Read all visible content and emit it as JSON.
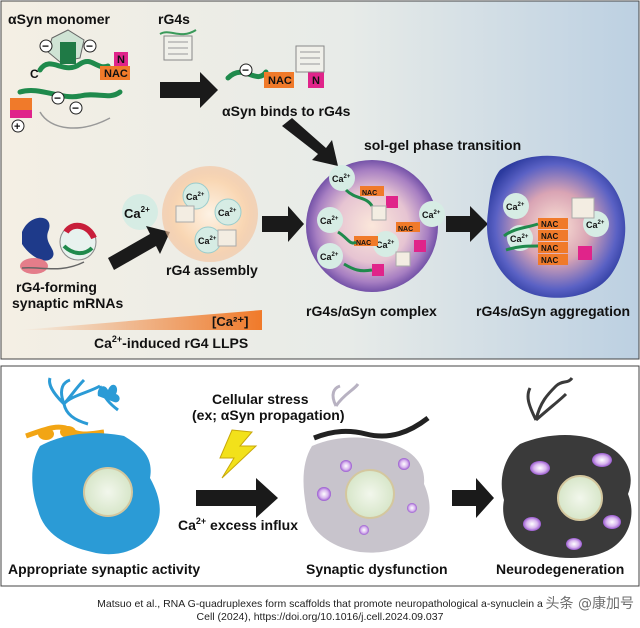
{
  "top_panel": {
    "labels": {
      "monomer": "αSyn monomer",
      "rg4s": "rG4s",
      "binds": "αSyn binds to rG4s",
      "phase": "sol-gel phase transition",
      "ca_top": "Ca",
      "ca_sup": "2+",
      "rg4_assembly": "rG4 assembly",
      "mrna_line1": "rG4-forming",
      "mrna_line2": "synaptic mRNAs",
      "complex": "rG4s/αSyn complex",
      "aggregation": "rG4s/αSyn aggregation",
      "ca_bar": "[Ca²⁺]",
      "llps_pre": "Ca",
      "llps_sup": "2+",
      "llps_post": "-induced rG4 LLPS",
      "nac": "NAC",
      "n": "N",
      "c": "C"
    }
  },
  "bottom_panel": {
    "labels": {
      "stress_line1": "Cellular stress",
      "stress_line2": "(ex; αSyn propagation)",
      "influx_pre": "Ca",
      "influx_sup": "2+",
      "influx_post": " excess influx",
      "stage1": "Appropriate synaptic activity",
      "stage2": "Synaptic dysfunction",
      "stage3": "Neurodegeneration"
    }
  },
  "caption": {
    "line1": "Matsuo et al., RNA G-quadruplexes form scaffolds that promote neuropathological a-synuclein a",
    "line2": "Cell (2024), https://doi.org/10.1016/j.cell.2024.09.037"
  },
  "watermark": "头条 @康加号",
  "colors": {
    "green": "#1f8a4c",
    "nac": "#f07a2a",
    "n": "#e0248a",
    "neuron_blue": "#2b9bd6",
    "neuron_gray": "#c8c4cc",
    "neuron_dark": "#3a3a3a",
    "ca_circle": "#d6ece4",
    "complex_purple": "#8a63b4",
    "aggregate_blue": "#3b4fb0",
    "arrow": "#1a1a1a",
    "llps_orange": "#f07a2a"
  }
}
